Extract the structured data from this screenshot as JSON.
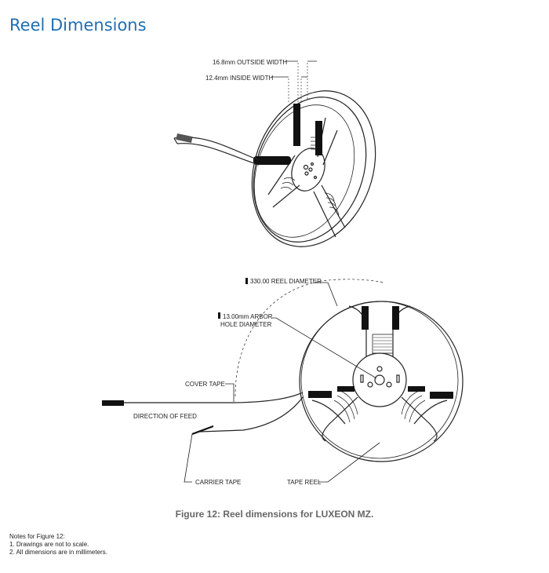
{
  "title": "Reel Dimensions",
  "top_diagram": {
    "outside_width": "16.8mm OUTSIDE WIDTH",
    "inside_width": "12.4mm INSIDE WIDTH"
  },
  "bottom_diagram": {
    "reel_diameter": "330.00 REEL DIAMETER",
    "arbor_line1": "13.00mm ARBOR",
    "arbor_line2": "HOLE DIAMETER",
    "cover_tape": "COVER TAPE",
    "direction_of_feed": "DIRECTION OF FEED",
    "carrier_tape": "CARRIER TAPE",
    "tape_reel": "TAPE REEL"
  },
  "caption": "Figure 12: Reel dimensions for LUXEON MZ.",
  "notes": {
    "heading": "Notes for Figure 12:",
    "items": [
      "1.  Drawings are not to scale.",
      "2.  All dimensions are in millimeters."
    ]
  }
}
